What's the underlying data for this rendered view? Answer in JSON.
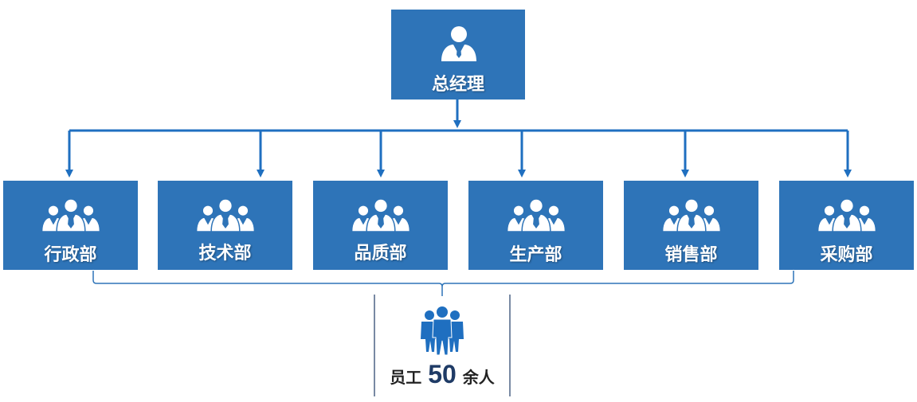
{
  "top": {
    "label": "总经理",
    "icon": "person-icon"
  },
  "departments": [
    {
      "label": "行政部",
      "icon": "group-icon"
    },
    {
      "label": "技术部",
      "icon": "group-icon"
    },
    {
      "label": "品质部",
      "icon": "group-icon"
    },
    {
      "label": "生产部",
      "icon": "group-icon"
    },
    {
      "label": "销售部",
      "icon": "group-icon"
    },
    {
      "label": "采购部",
      "icon": "group-icon"
    }
  ],
  "staff": {
    "prefix": "员工",
    "count": "50",
    "suffix": "余人",
    "icon": "team-icon"
  },
  "colors": {
    "box": "#2e74b8",
    "connector": "#1f6fc0",
    "bracket": "#2e74b8",
    "divider": "#1f3b66",
    "icon_fill": "#ffffff",
    "team_icon": "#1f6fc0"
  }
}
